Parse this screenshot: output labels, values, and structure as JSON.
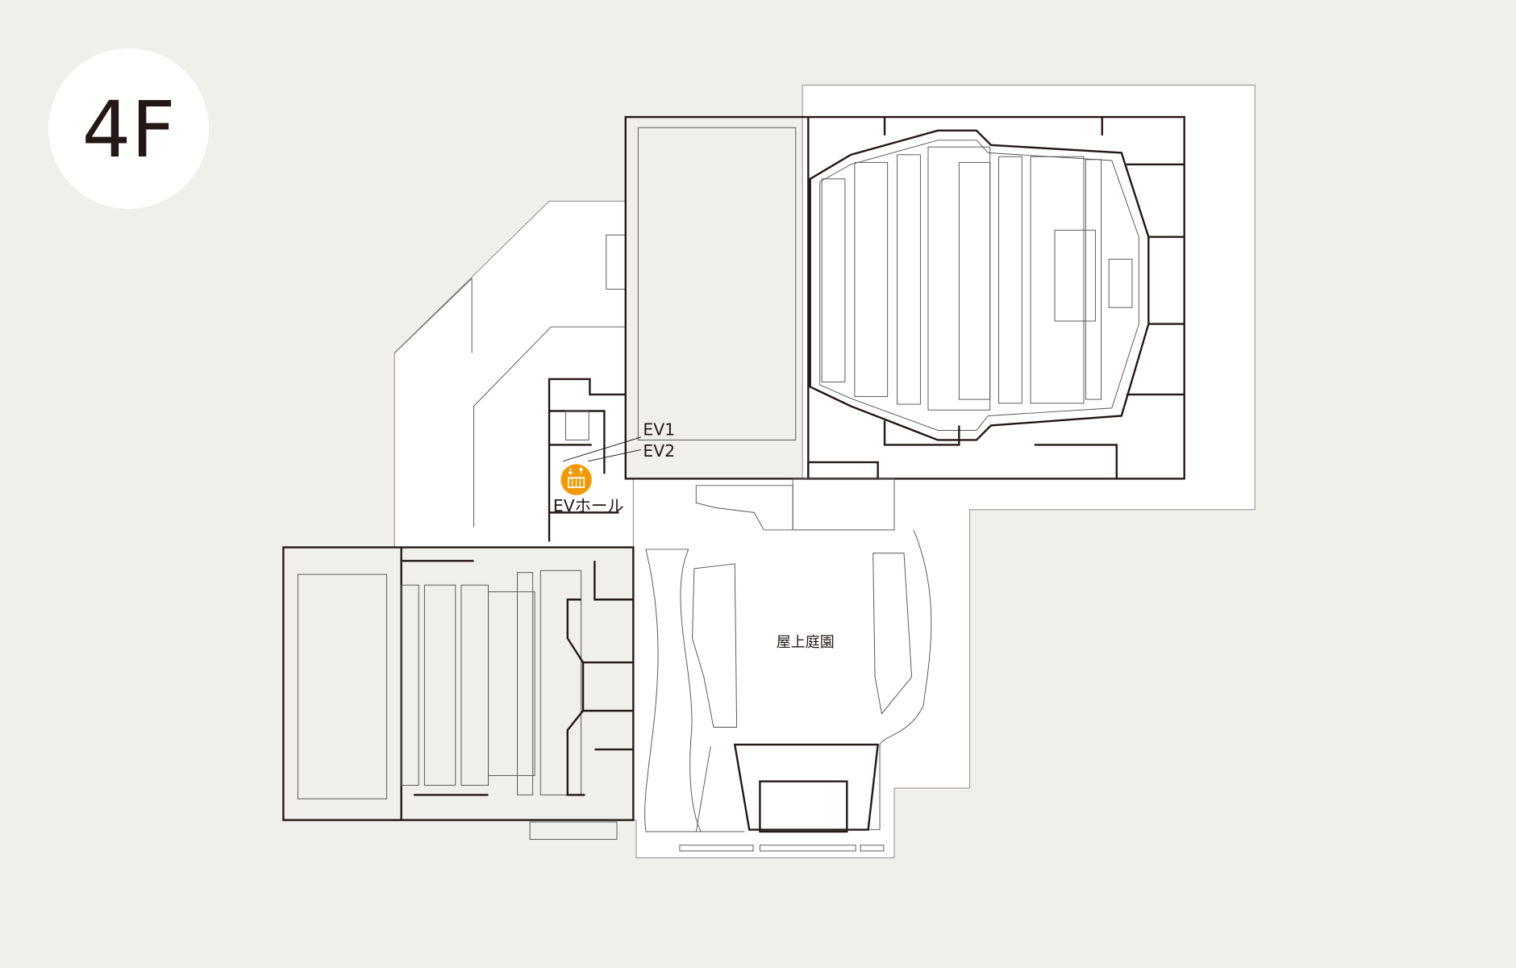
{
  "floor": {
    "label": "4F"
  },
  "labels": {
    "ev1": "EV1",
    "ev2": "EV2",
    "ev_hall": "EVホール",
    "rooftop_garden": "屋上庭園"
  },
  "icons": {
    "elevator": "elevator-icon"
  },
  "colors": {
    "background": "#f0efeb",
    "accent": "#f39800",
    "line": "#231815"
  }
}
